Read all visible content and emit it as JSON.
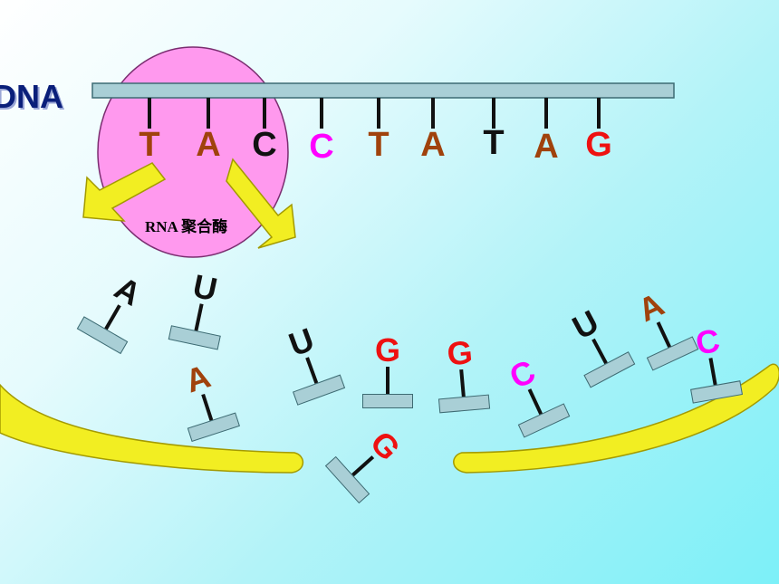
{
  "labels": {
    "dna": "DNA",
    "enzyme": "RNA 聚合酶"
  },
  "colors": {
    "T": "#a0420c",
    "A": "#a0420c",
    "C": "#ff00ff",
    "G": "#ee1111",
    "black": "#111111",
    "enzyme_fill": "#ff99ee",
    "arrow_fill": "#f2ee22",
    "strand_fill": "#a9cfd6",
    "membrane_fill": "#f2ee22"
  },
  "template_bases": [
    {
      "letter": "T",
      "color": "#a0420c"
    },
    {
      "letter": "A",
      "color": "#a0420c"
    },
    {
      "letter": "C",
      "color": "#111111"
    },
    {
      "letter": "C",
      "color": "#ff00ff"
    },
    {
      "letter": "T",
      "color": "#a0420c"
    },
    {
      "letter": "A",
      "color": "#a0420c"
    },
    {
      "letter": "T",
      "color": "#111111"
    },
    {
      "letter": "A",
      "color": "#a0420c"
    },
    {
      "letter": "G",
      "color": "#ee1111"
    }
  ],
  "free_nucleotides": [
    {
      "letter": "A",
      "color": "#111111"
    },
    {
      "letter": "U",
      "color": "#111111"
    },
    {
      "letter": "A",
      "color": "#a0420c"
    },
    {
      "letter": "U",
      "color": "#111111"
    },
    {
      "letter": "G",
      "color": "#ee1111"
    },
    {
      "letter": "G",
      "color": "#ee1111"
    },
    {
      "letter": "C",
      "color": "#ff00ff"
    },
    {
      "letter": "U",
      "color": "#111111"
    },
    {
      "letter": "A",
      "color": "#a0420c"
    },
    {
      "letter": "C",
      "color": "#ff00ff"
    },
    {
      "letter": "G",
      "color": "#ee1111"
    }
  ]
}
